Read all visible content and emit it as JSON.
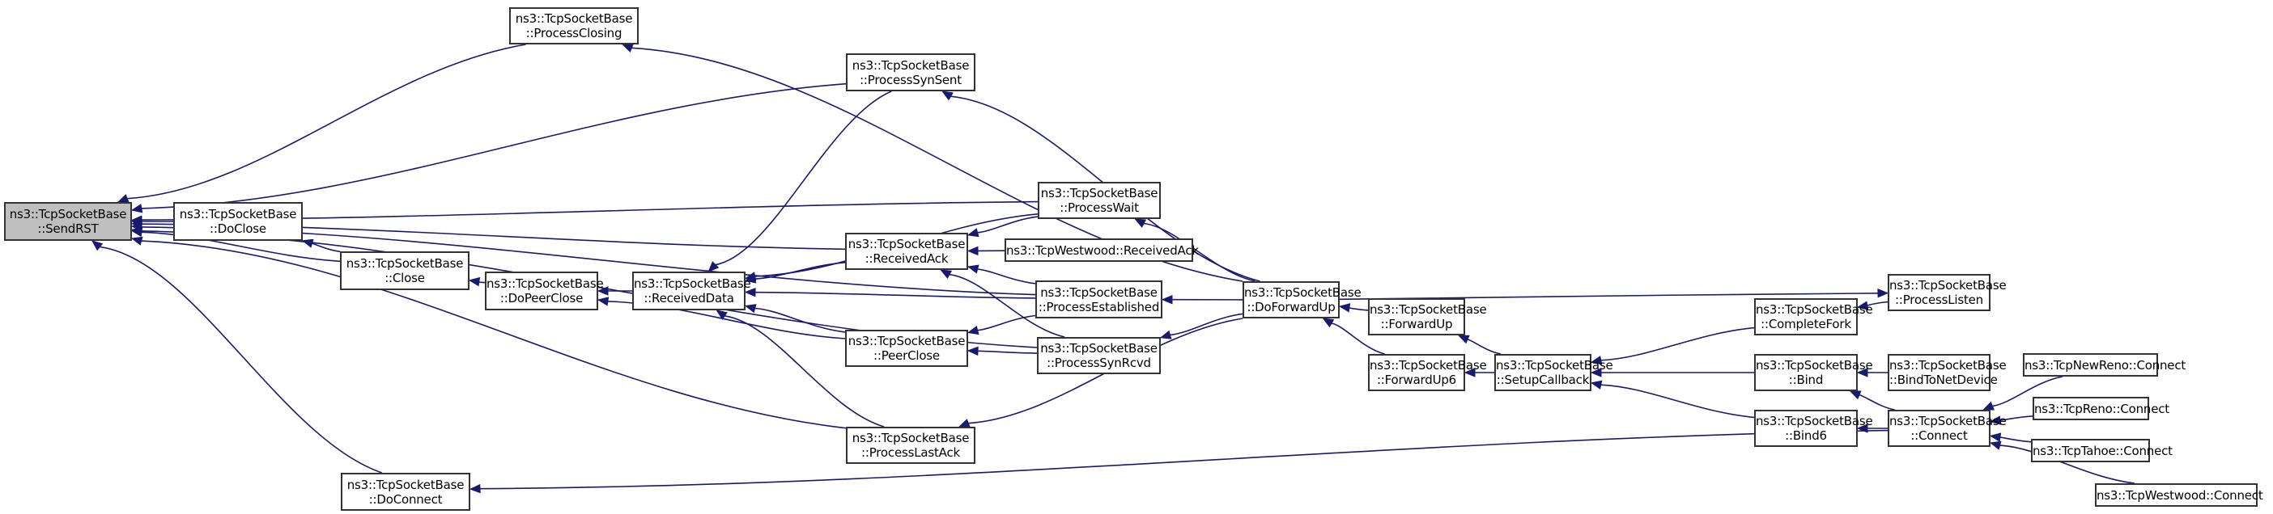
{
  "graph": {
    "type": "caller-graph",
    "edge_color": "#191970",
    "root_fill": "#bfbfbf",
    "nodes": {
      "sendrst": {
        "line1": "ns3::TcpSocketBase",
        "line2": "::SendRST",
        "root": true
      },
      "doclose": {
        "line1": "ns3::TcpSocketBase",
        "line2": "::DoClose"
      },
      "close": {
        "line1": "ns3::TcpSocketBase",
        "line2": "::Close"
      },
      "dopeerclose": {
        "line1": "ns3::TcpSocketBase",
        "line2": "::DoPeerClose"
      },
      "receiveddata": {
        "line1": "ns3::TcpSocketBase",
        "line2": "::ReceivedData"
      },
      "processclosing": {
        "line1": "ns3::TcpSocketBase",
        "line2": "::ProcessClosing"
      },
      "processsynsent": {
        "line1": "ns3::TcpSocketBase",
        "line2": "::ProcessSynSent"
      },
      "receivedack": {
        "line1": "ns3::TcpSocketBase",
        "line2": "::ReceivedAck"
      },
      "peerclose": {
        "line1": "ns3::TcpSocketBase",
        "line2": "::PeerClose"
      },
      "processlastack": {
        "line1": "ns3::TcpSocketBase",
        "line2": "::ProcessLastAck"
      },
      "docconnect": {
        "line1": "ns3::TcpSocketBase",
        "line2": "::DoConnect"
      },
      "processwait": {
        "line1": "ns3::TcpSocketBase",
        "line2": "::ProcessWait"
      },
      "westwoodreceivedack": {
        "line1": "ns3::TcpWestwood::ReceivedAck"
      },
      "processestablished": {
        "line1": "ns3::TcpSocketBase",
        "line2": "::ProcessEstablished"
      },
      "processsynrcvd": {
        "line1": "ns3::TcpSocketBase",
        "line2": "::ProcessSynRcvd"
      },
      "doforwardup": {
        "line1": "ns3::TcpSocketBase",
        "line2": "::DoForwardUp"
      },
      "forwardup": {
        "line1": "ns3::TcpSocketBase",
        "line2": "::ForwardUp"
      },
      "forwardup6": {
        "line1": "ns3::TcpSocketBase",
        "line2": "::ForwardUp6"
      },
      "setupcallback": {
        "line1": "ns3::TcpSocketBase",
        "line2": "::SetupCallback"
      },
      "completefork": {
        "line1": "ns3::TcpSocketBase",
        "line2": "::CompleteFork"
      },
      "bind": {
        "line1": "ns3::TcpSocketBase",
        "line2": "::Bind"
      },
      "bind6": {
        "line1": "ns3::TcpSocketBase",
        "line2": "::Bind6"
      },
      "processlisten": {
        "line1": "ns3::TcpSocketBase",
        "line2": "::ProcessListen"
      },
      "bindtonetdevice": {
        "line1": "ns3::TcpSocketBase",
        "line2": "::BindToNetDevice"
      },
      "connect": {
        "line1": "ns3::TcpSocketBase",
        "line2": "::Connect"
      },
      "newrenoconnect": {
        "line1": "ns3::TcpNewReno::Connect"
      },
      "renoconnect": {
        "line1": "ns3::TcpReno::Connect"
      },
      "tahoeconnect": {
        "line1": "ns3::TcpTahoe::Connect"
      },
      "westwoodconnect": {
        "line1": "ns3::TcpWestwood::Connect"
      }
    },
    "edges": [
      [
        "doclose",
        "sendrst"
      ],
      [
        "close",
        "sendrst"
      ],
      [
        "close",
        "doclose"
      ],
      [
        "processclosing",
        "sendrst"
      ],
      [
        "processsynsent",
        "sendrst"
      ],
      [
        "processwait",
        "sendrst"
      ],
      [
        "processestablished",
        "sendrst"
      ],
      [
        "receivedack",
        "sendrst"
      ],
      [
        "processsynrcvd",
        "sendrst"
      ],
      [
        "processlastack",
        "sendrst"
      ],
      [
        "docconnect",
        "sendrst"
      ],
      [
        "dopeerclose",
        "close"
      ],
      [
        "receiveddata",
        "dopeerclose"
      ],
      [
        "peerclose",
        "dopeerclose"
      ],
      [
        "processsynsent",
        "receiveddata"
      ],
      [
        "processwait",
        "receiveddata"
      ],
      [
        "receivedack",
        "receiveddata"
      ],
      [
        "processestablished",
        "receiveddata"
      ],
      [
        "peerclose",
        "receiveddata"
      ],
      [
        "processlastack",
        "receiveddata"
      ],
      [
        "processwait",
        "receivedack"
      ],
      [
        "westwoodreceivedack",
        "receivedack"
      ],
      [
        "processestablished",
        "receivedack"
      ],
      [
        "processsynrcvd",
        "receivedack"
      ],
      [
        "processestablished",
        "peerclose"
      ],
      [
        "processsynrcvd",
        "peerclose"
      ],
      [
        "doforwardup",
        "processclosing"
      ],
      [
        "doforwardup",
        "processsynsent"
      ],
      [
        "doforwardup",
        "processwait"
      ],
      [
        "doforwardup",
        "processestablished"
      ],
      [
        "doforwardup",
        "processsynrcvd"
      ],
      [
        "doforwardup",
        "processlastack"
      ],
      [
        "doforwardup",
        "processlisten"
      ],
      [
        "forwardup",
        "doforwardup"
      ],
      [
        "forwardup6",
        "doforwardup"
      ],
      [
        "setupcallback",
        "forwardup"
      ],
      [
        "setupcallback",
        "forwardup6"
      ],
      [
        "completefork",
        "setupcallback"
      ],
      [
        "bind",
        "setupcallback"
      ],
      [
        "bind6",
        "setupcallback"
      ],
      [
        "processlisten",
        "completefork"
      ],
      [
        "bindtonetdevice",
        "bind"
      ],
      [
        "connect",
        "bind"
      ],
      [
        "connect",
        "bind6"
      ],
      [
        "connect",
        "docconnect"
      ],
      [
        "newrenoconnect",
        "connect"
      ],
      [
        "renoconnect",
        "connect"
      ],
      [
        "tahoeconnect",
        "connect"
      ],
      [
        "westwoodconnect",
        "connect"
      ]
    ]
  }
}
